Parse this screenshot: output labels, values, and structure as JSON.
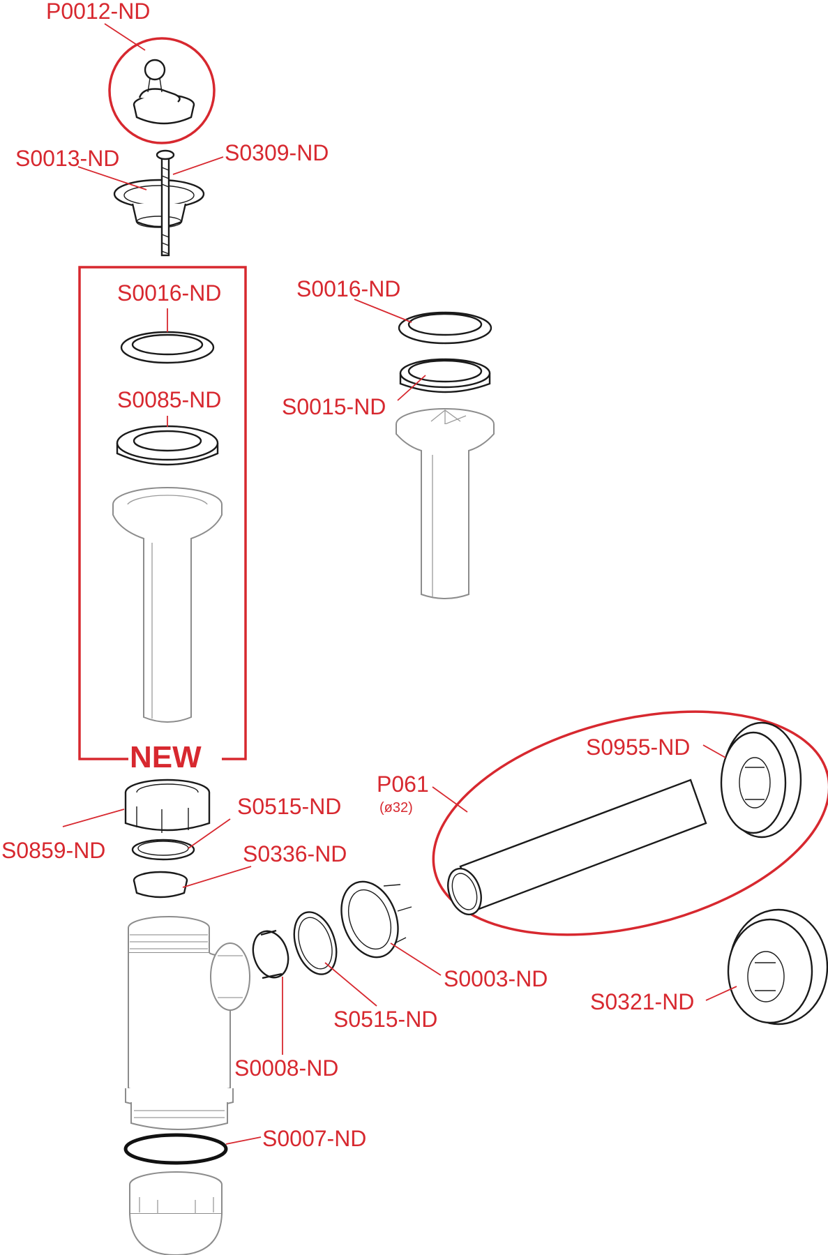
{
  "colors": {
    "label": "#d7282f",
    "part_outline": "#1a1a1a",
    "part_faded": "#8c8c8c",
    "background": "#ffffff"
  },
  "labels": {
    "p0012": "P0012-ND",
    "s0013": "S0013-ND",
    "s0309": "S0309-ND",
    "s0016_new": "S0016-ND",
    "s0085": "S0085-ND",
    "new_badge": "NEW",
    "s0016_right": "S0016-ND",
    "s0015": "S0015-ND",
    "s0859": "S0859-ND",
    "s0515_top": "S0515-ND",
    "s0336": "S0336-ND",
    "s0955": "S0955-ND",
    "p061": "P061",
    "p061_diameter": "(ø32)",
    "s0003": "S0003-ND",
    "s0515_bottom": "S0515-ND",
    "s0321": "S0321-ND",
    "s0008": "S0008-ND",
    "s0007": "S0007-ND"
  }
}
